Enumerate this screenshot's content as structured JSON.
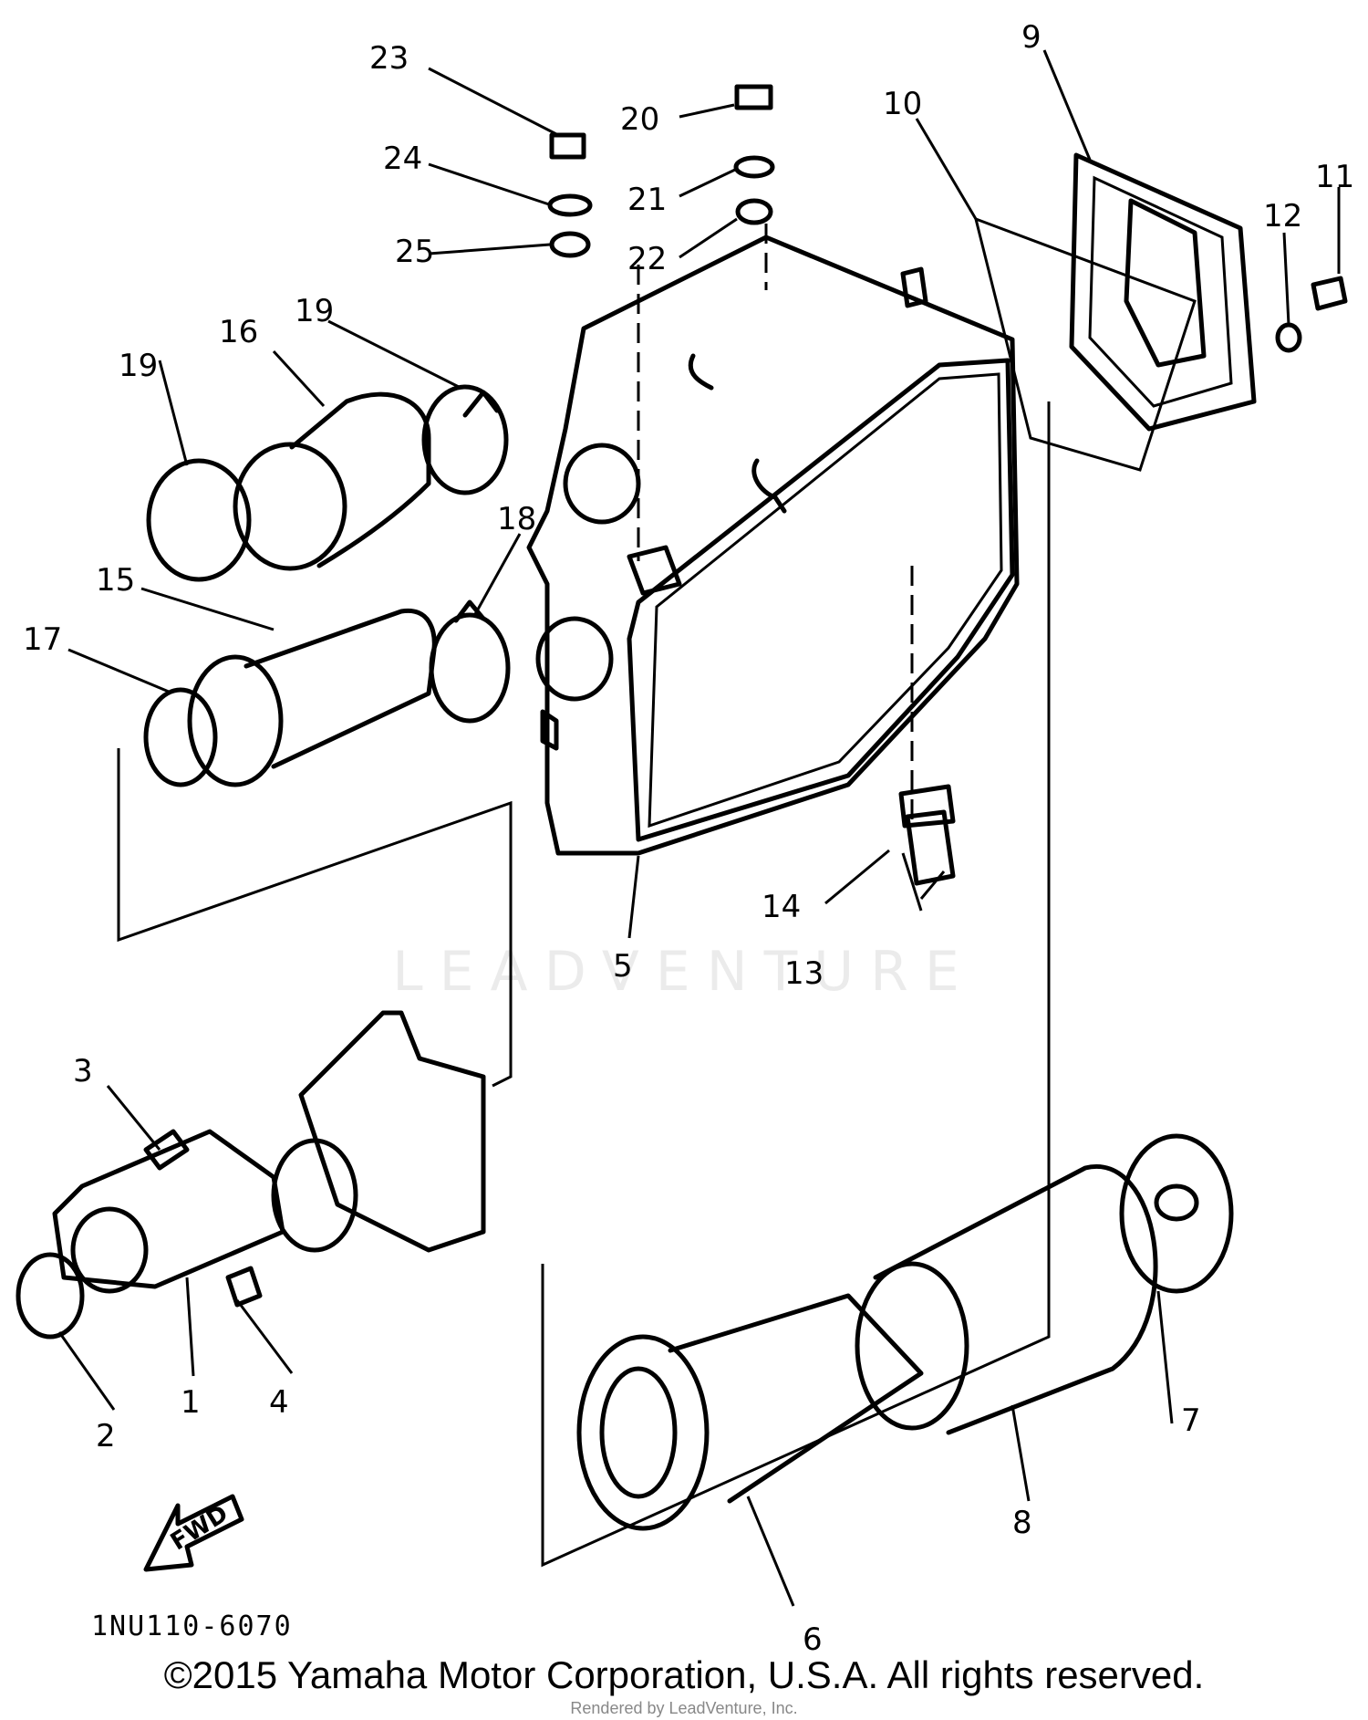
{
  "labels": {
    "p1": "1",
    "p2": "2",
    "p3": "3",
    "p4": "4",
    "p5": "5",
    "p6": "6",
    "p7": "7",
    "p8": "8",
    "p9": "9",
    "p10": "10",
    "p11": "11",
    "p12": "12",
    "p13": "13",
    "p14": "14",
    "p15": "15",
    "p16": "16",
    "p17": "17",
    "p18": "18",
    "p19a": "19",
    "p19b": "19",
    "p20": "20",
    "p21": "21",
    "p22": "22",
    "p23": "23",
    "p24": "24",
    "p25": "25"
  },
  "diagram_code": "1NU110-6070",
  "fwd_label": "FWD",
  "watermark": "LEADVENTURE",
  "watermark_sub": "Rendered by LeadVenture, Inc.",
  "copyright": "©2015 Yamaha Motor Corporation, U.S.A. All rights reserved."
}
